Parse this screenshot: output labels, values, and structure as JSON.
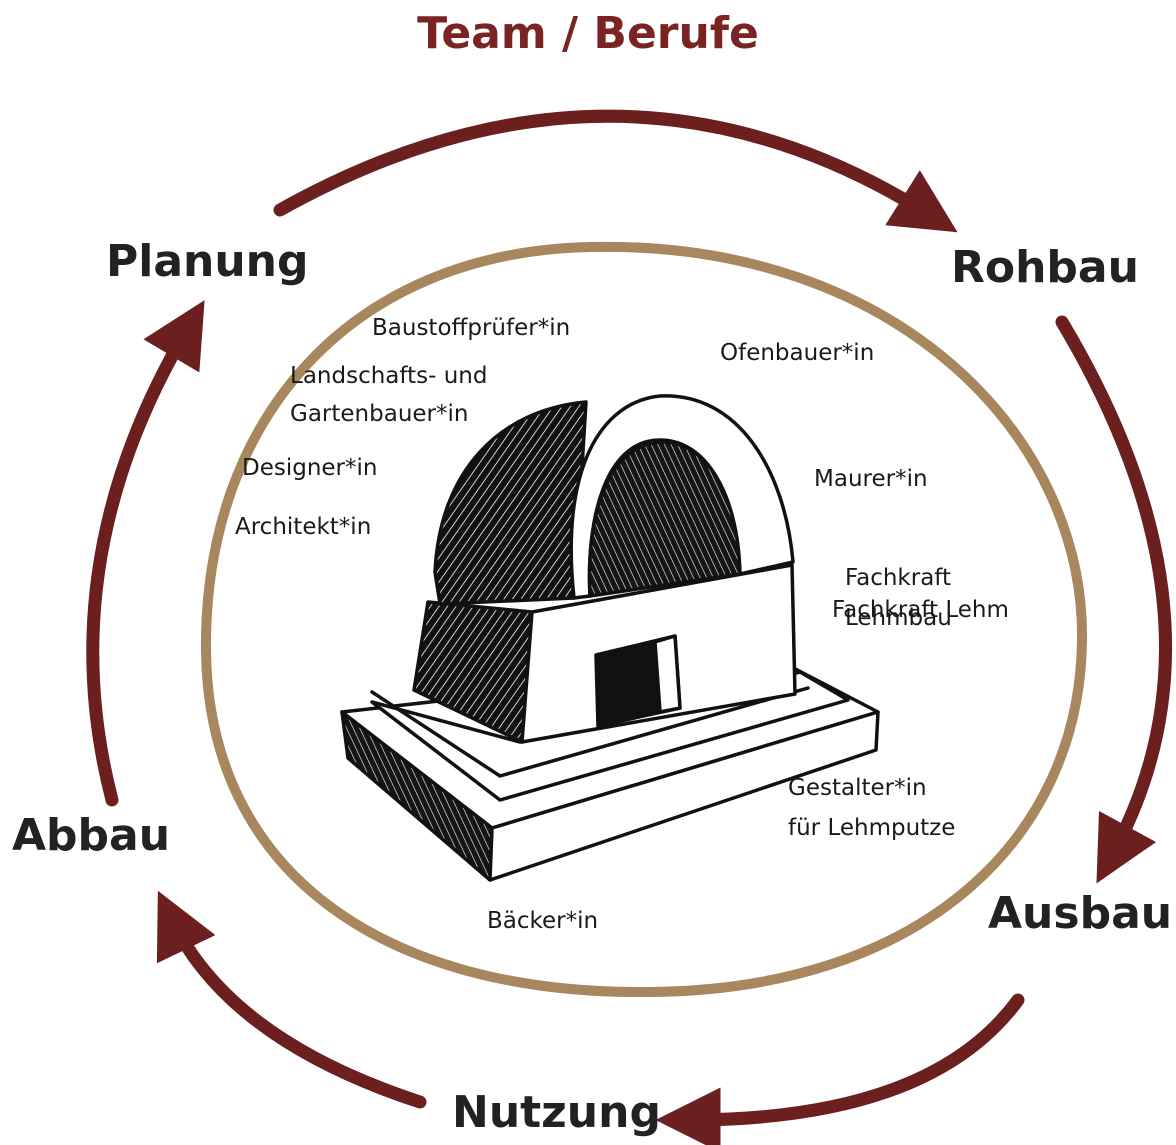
{
  "title": "Team / Berufe",
  "colors": {
    "arrow": "#6b1f1f",
    "ring": "#a8875e",
    "title": "#7a2323",
    "text": "#222222"
  },
  "phases": {
    "planung": "Planung",
    "rohbau": "Rohbau",
    "ausbau": "Ausbau",
    "nutzung": "Nutzung",
    "abbau": "Abbau"
  },
  "jobs": {
    "baustoffpruefer": "Baustoffprüfer*in",
    "landschaft_1": "Landschafts- und",
    "landschaft_2": "Gartenbauer*in",
    "designer": "Designer*in",
    "architekt": "Architekt*in",
    "ofenbauer": "Ofenbauer*in",
    "maurer": "Maurer*in",
    "fachkraft_1": "Fachkraft",
    "fachkraft_2": "Lehmbau",
    "fachkraft_overlap": "Fachkraft Lehm",
    "gestalter_1": "Gestalter*in",
    "gestalter_2": "für Lehmputze",
    "baecker": "Bäcker*in"
  },
  "illustration": {
    "icon": "clay-oven-sketch-icon"
  }
}
